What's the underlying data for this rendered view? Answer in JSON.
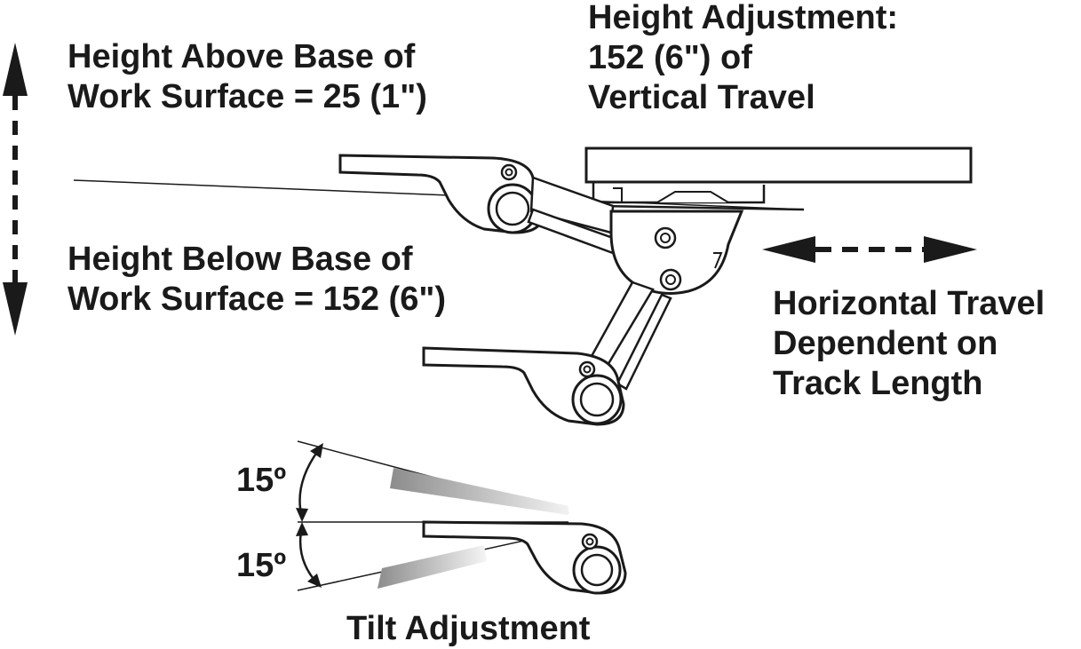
{
  "labels": {
    "height_above": [
      "Height Above Base of",
      "Work Surface = 25 (1\")"
    ],
    "height_adjustment": [
      "Height Adjustment:",
      "152 (6\") of",
      "Vertical Travel"
    ],
    "height_below": [
      "Height Below Base of",
      "Work Surface = 152 (6\")"
    ],
    "horizontal_travel": [
      "Horizontal Travel",
      "Dependent on",
      "Track Length"
    ],
    "tilt_up_angle": "15º",
    "tilt_down_angle": "15º",
    "tilt_adjustment": "Tilt Adjustment"
  },
  "colors": {
    "ink": "#1a1a1a",
    "part_fill": "#ffffff",
    "shadow_dark": "#8c8c8c",
    "shadow_light": "#f0f0f0"
  },
  "icons": {
    "vertical_arrow": "double-headed-dashed-arrow-vertical",
    "horizontal_arrow": "double-headed-dashed-arrow-horizontal",
    "angle_arc": "angle-arc-with-arrowheads"
  }
}
